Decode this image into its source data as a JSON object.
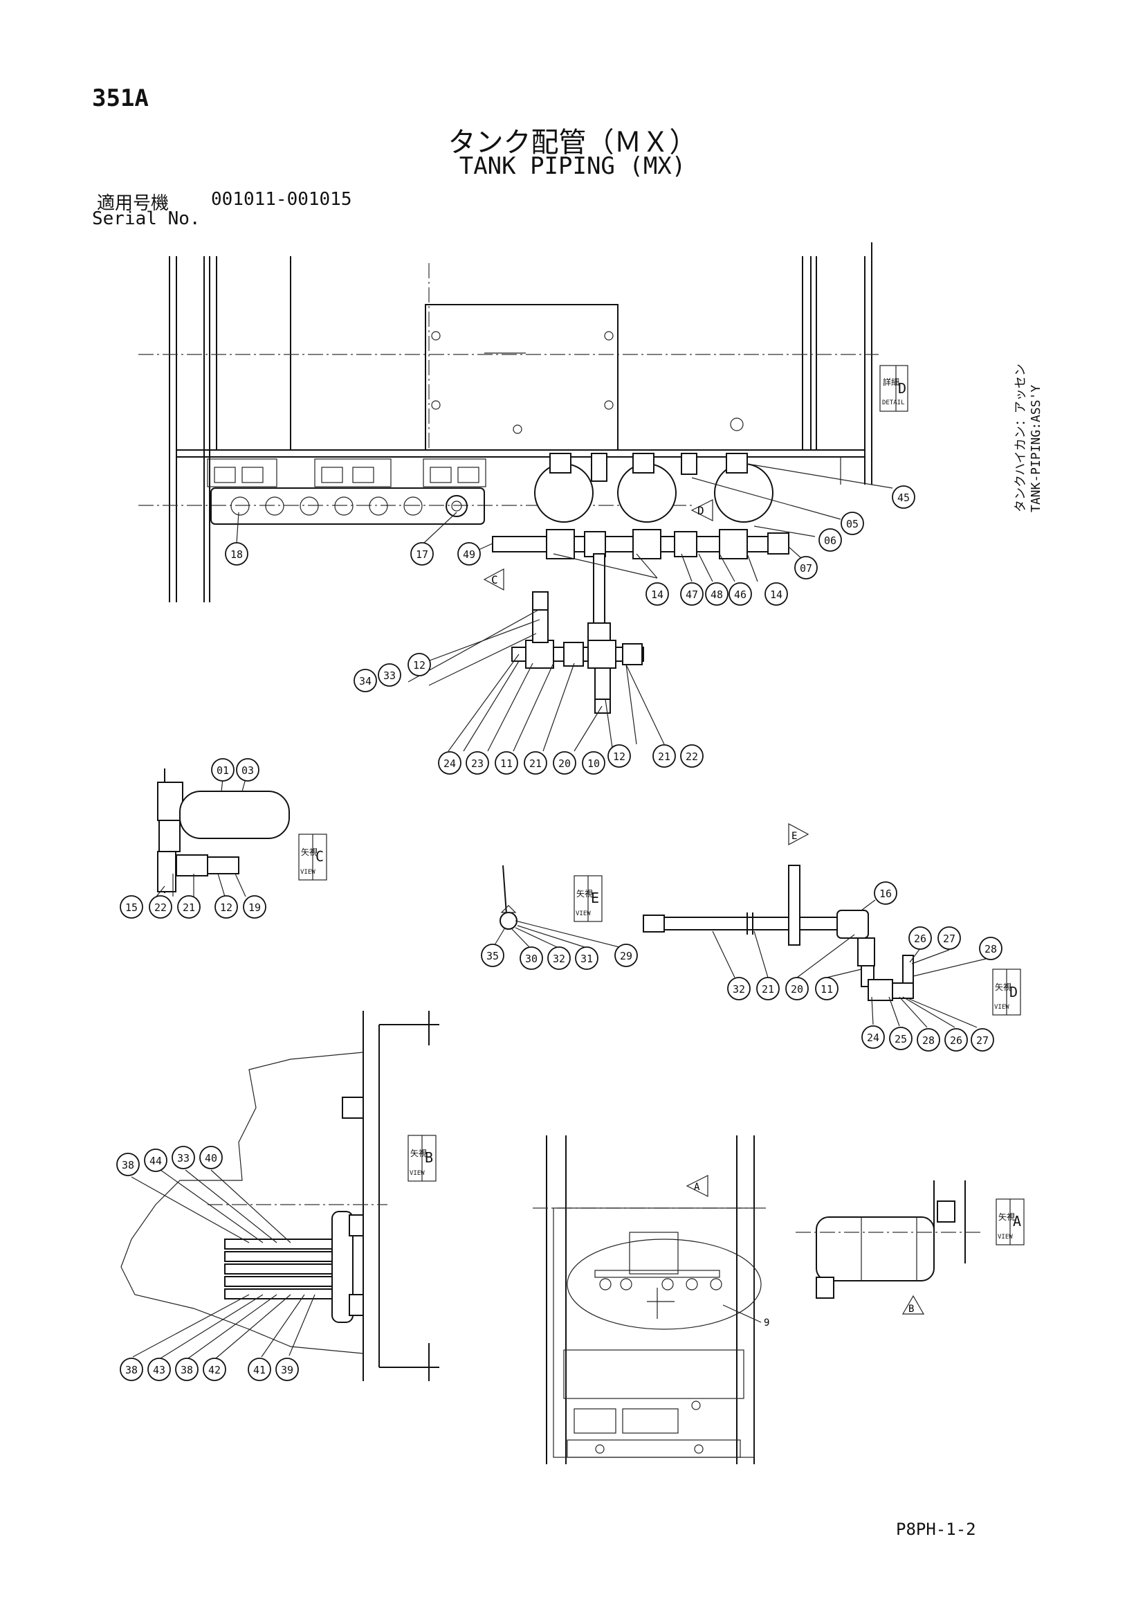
{
  "header": {
    "page_number": "351A",
    "title_jp": "タンク配管（ＭＸ）",
    "title_en": "TANK PIPING (MX)",
    "serial_label_jp": "適用号機",
    "serial_range": "001011-001015",
    "serial_label_en": "Serial No."
  },
  "side_label": {
    "line1": "タンクハイカン：アッセン",
    "line2": "TANK-PIPING:ASS'Y"
  },
  "view_labels": {
    "detail_d": {
      "jp": "詳細",
      "en": "DETAIL",
      "letter": "D"
    },
    "view_c": {
      "jp": "矢視",
      "en": "VIEW",
      "letter": "C"
    },
    "view_e": {
      "jp": "矢視",
      "en": "VIEW",
      "letter": "E"
    },
    "view_d": {
      "jp": "矢視",
      "en": "VIEW",
      "letter": "D"
    },
    "view_b": {
      "jp": "矢視",
      "en": "VIEW",
      "letter": "B"
    },
    "view_a": {
      "jp": "矢視",
      "en": "VIEW",
      "letter": "A"
    }
  },
  "arrow_markers": {
    "c": "C",
    "d": "D",
    "e": "E",
    "a": "A",
    "b": "B"
  },
  "callouts": {
    "main": [
      "18",
      "17",
      "49",
      "14",
      "47",
      "48",
      "46",
      "14",
      "07",
      "06",
      "05",
      "45",
      "34",
      "33",
      "12",
      "24",
      "23",
      "11",
      "21",
      "20",
      "10",
      "12",
      "21",
      "22"
    ],
    "view_c": [
      "01",
      "03",
      "15",
      "22",
      "21",
      "12",
      "19"
    ],
    "view_e": [
      "35",
      "30",
      "32",
      "31",
      "29"
    ],
    "view_d": [
      "16",
      "32",
      "21",
      "20",
      "11",
      "26",
      "27",
      "28",
      "24",
      "25",
      "28",
      "26",
      "27"
    ],
    "view_b": [
      "38",
      "44",
      "33",
      "40",
      "38",
      "43",
      "38",
      "42",
      "41",
      "39"
    ],
    "plan_leader": "9"
  },
  "footer": {
    "code": "P8PH-1-2"
  }
}
